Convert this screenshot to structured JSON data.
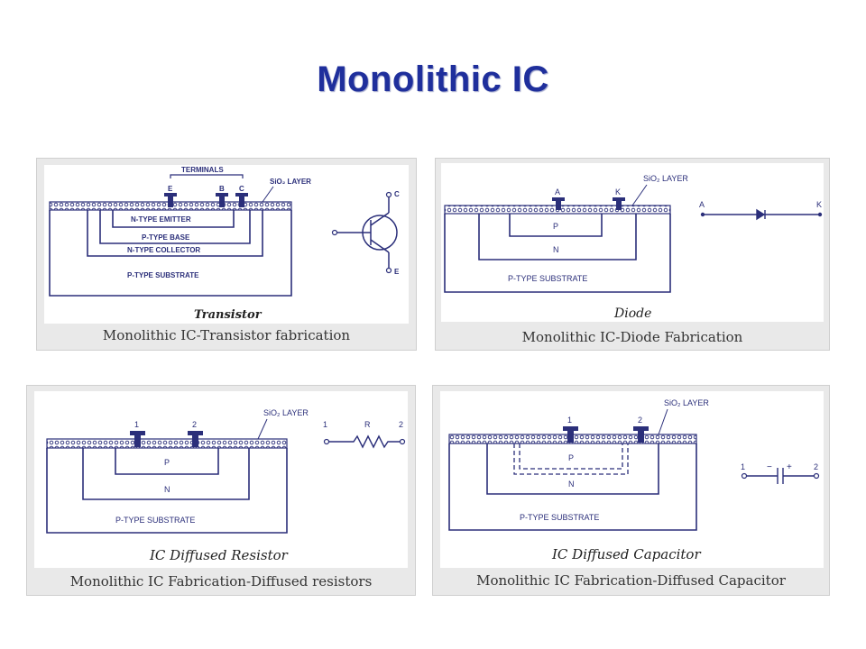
{
  "title": "Monolithic IC",
  "colors": {
    "title": "#1f2f9c",
    "diagram_ink": "#2b2f7a",
    "panel_bg": "#e9e9e9",
    "diagram_bg": "#ffffff"
  },
  "panels": {
    "transistor": {
      "terminals_label": "TERMINALS",
      "oxide_label": "SiO₂ LAYER",
      "terminal_e": "E",
      "terminal_b": "B",
      "terminal_c": "C",
      "layer_emitter": "N-TYPE EMITTER",
      "layer_base": "P-TYPE BASE",
      "layer_collector": "N-TYPE COLLECTOR",
      "layer_substrate": "P-TYPE SUBSTRATE",
      "symbol_c": "C",
      "symbol_e": "E",
      "diagram_title": "Transistor",
      "caption": "Monolithic IC-Transistor fabrication"
    },
    "diode": {
      "oxide_label": "SiO₂ LAYER",
      "terminal_a": "A",
      "terminal_k": "K",
      "region_p": "P",
      "region_n": "N",
      "layer_substrate": "P-TYPE SUBSTRATE",
      "symbol_a": "A",
      "symbol_k": "K",
      "diagram_title": "Diode",
      "caption": "Monolithic IC-Diode Fabrication"
    },
    "resistor": {
      "oxide_label": "SiO₂ LAYER",
      "terminal_1": "1",
      "terminal_2": "2",
      "region_p": "P",
      "region_n": "N",
      "layer_substrate": "P-TYPE SUBSTRATE",
      "symbol_1": "1",
      "symbol_r": "R",
      "symbol_2": "2",
      "diagram_title": "IC Diffused Resistor",
      "caption": "Monolithic IC Fabrication-Diffused resistors"
    },
    "capacitor": {
      "oxide_label": "SiO₂ LAYER",
      "terminal_1": "1",
      "terminal_2": "2",
      "region_p": "P",
      "region_n": "N",
      "layer_substrate": "P-TYPE SUBSTRATE",
      "symbol_1": "1",
      "symbol_minus": "−",
      "symbol_plus": "+",
      "symbol_2": "2",
      "diagram_title": "IC Diffused Capacitor",
      "caption": "Monolithic IC Fabrication-Diffused Capacitor"
    }
  }
}
